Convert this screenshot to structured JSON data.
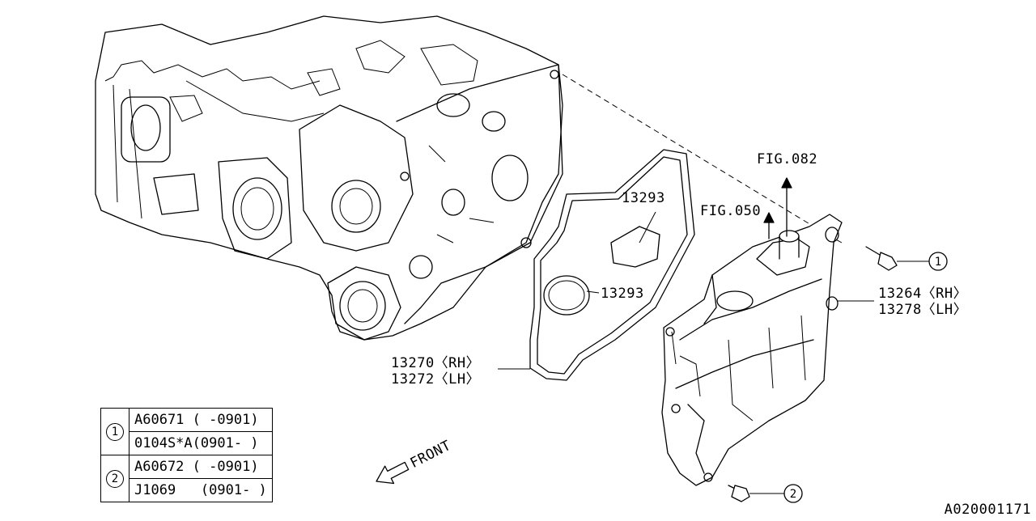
{
  "callouts": {
    "seal_upper": "13293",
    "seal_lower": "13293",
    "fig_upper": "FIG.082",
    "fig_lower": "FIG.050",
    "cover_rh": "13264〈RH〉",
    "cover_lh": "13278〈LH〉",
    "gasket_rh": "13270〈RH〉",
    "gasket_lh": "13272〈LH〉",
    "bolt_ref_1": "1",
    "bolt_ref_2": "2",
    "front_arrow": "FRONT"
  },
  "legend": {
    "rows": [
      {
        "ref": "1",
        "part": "A60671",
        "range": "( -0901)"
      },
      {
        "ref": "",
        "part": "0104S*A",
        "range": "(0901- )"
      },
      {
        "ref": "2",
        "part": "A60672",
        "range": "( -0901)"
      },
      {
        "ref": "",
        "part": "J1069",
        "range": " (0901- )"
      }
    ]
  },
  "figure_id": "A020001171"
}
